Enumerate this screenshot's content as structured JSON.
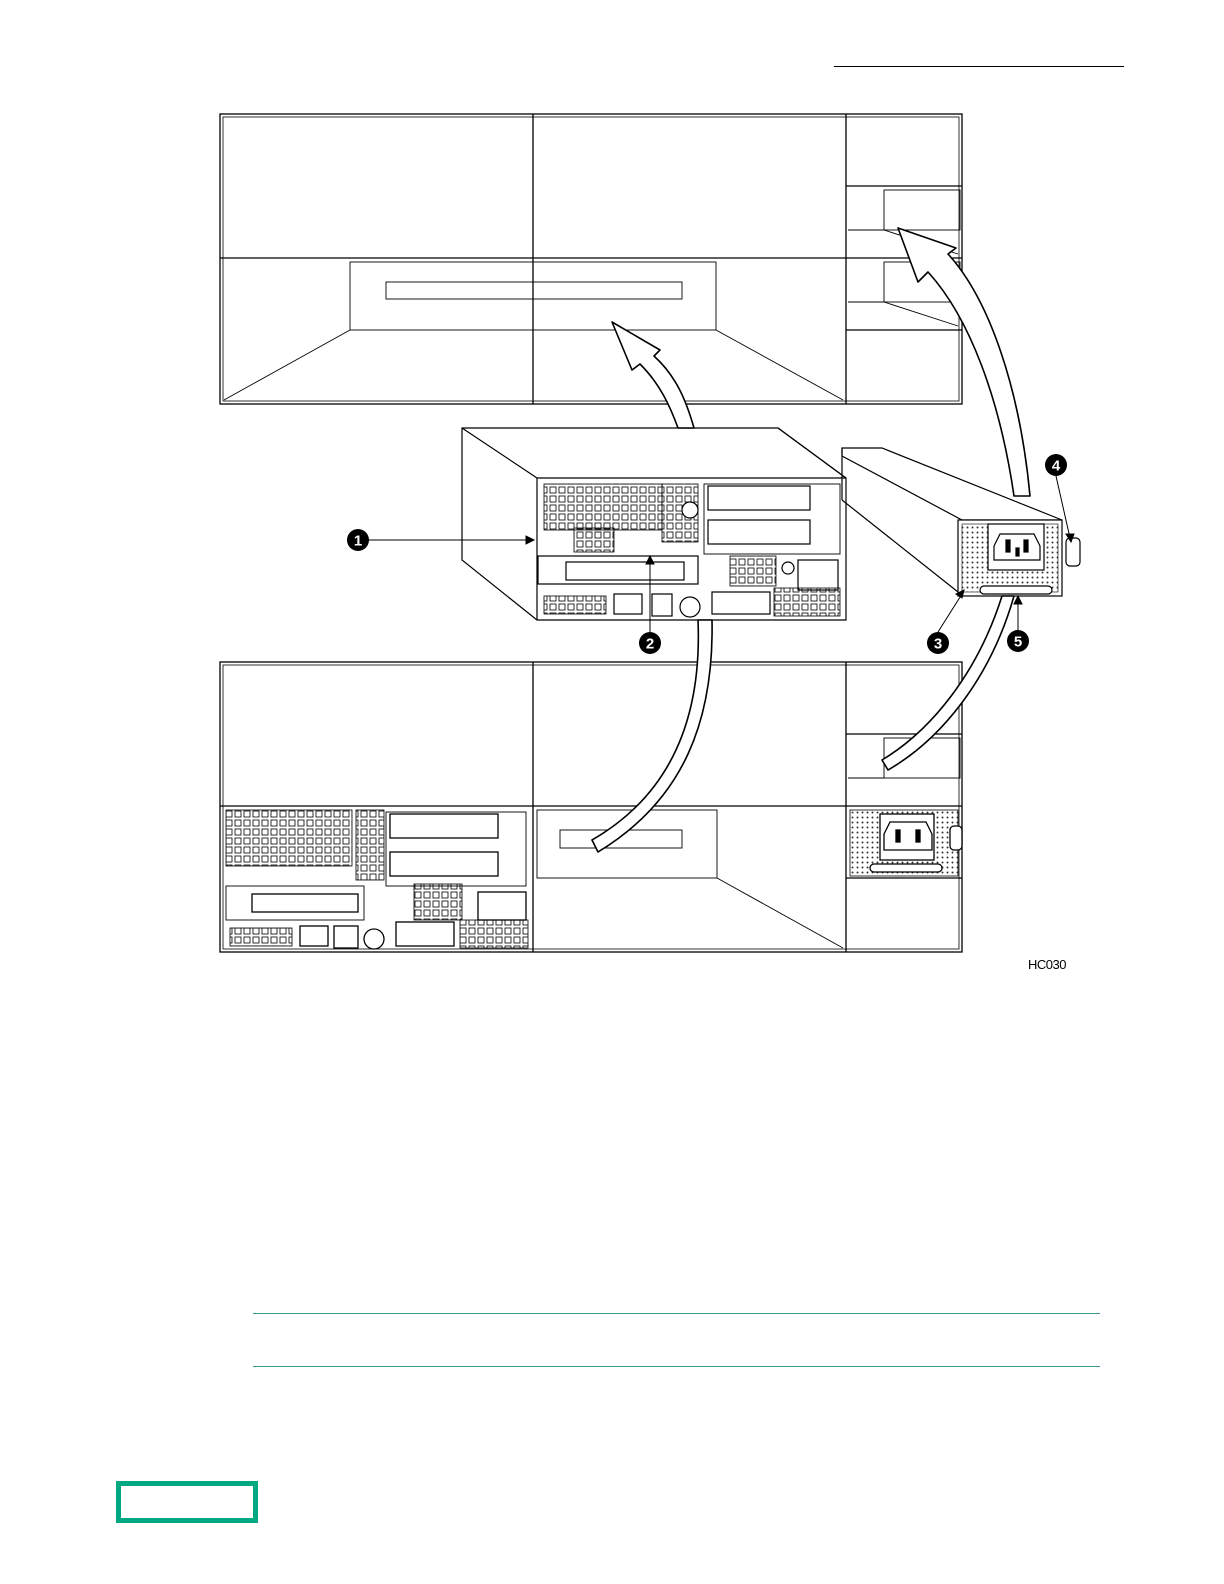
{
  "figure": {
    "id_label": "HC030",
    "callouts": [
      "1",
      "2",
      "3",
      "4",
      "5"
    ]
  },
  "brand": {
    "accent_color": "#01a982",
    "logo_icon": "hpe-logo-icon"
  },
  "note": {
    "rule_color": "#3a9c92"
  }
}
